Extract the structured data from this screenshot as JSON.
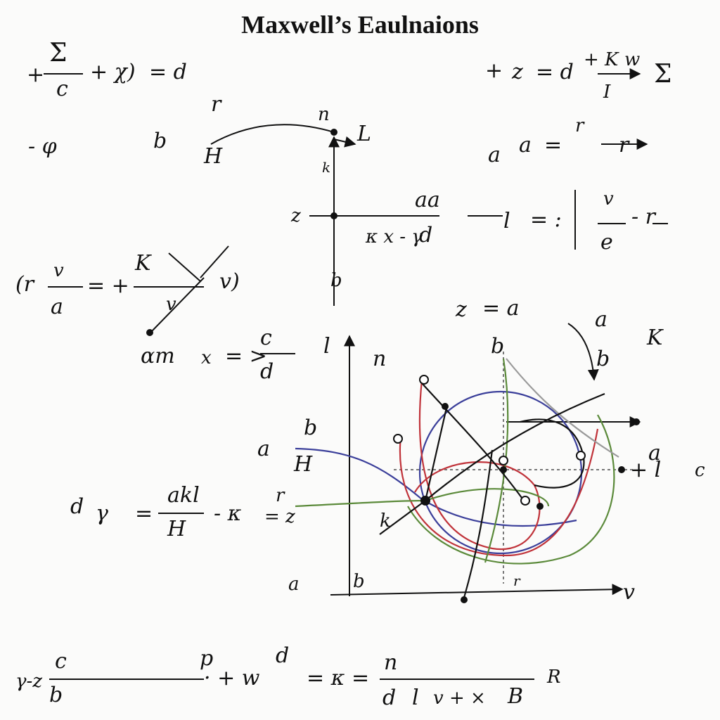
{
  "title": "Maxwell’s Eaulnaions",
  "labels": {
    "l01": "+",
    "l02": "Σ",
    "l03": "c",
    "l04": "+ χ)",
    "l05": "= d",
    "l06": "+",
    "l07": "z",
    "l08": "= d",
    "l09": "+ K",
    "l10": "w",
    "l11": "Σ",
    "l12": "I",
    "l13": "- φ",
    "l14": "b",
    "l15": "H",
    "l16": "r",
    "l17": "n",
    "l18": "L",
    "l19": "k",
    "l20": "a",
    "l21": "a",
    "l22": "= ",
    "l23": "r",
    "l24": "r",
    "l25": "z",
    "l26": "aa",
    "l27": "κ x - γ",
    "l28": "d",
    "l29": "l",
    "l30": "= :",
    "l31": "v",
    "l32": "e",
    "l33": "- r",
    "l34": "b",
    "l35": "(r",
    "l36": "v",
    "l37": "a",
    "l38": "= +",
    "l39": "K",
    "l40": "v",
    "l41": "v)",
    "l42": "z",
    "l43": "= a",
    "l44": "a",
    "l45": "K",
    "l46": "αm",
    "l47": "x",
    "l48": "= >",
    "l49": "c",
    "l50": "d",
    "l51": "l",
    "l52": "n",
    "l53": "b",
    "l54": "b",
    "l55": "b",
    "l56": "a",
    "l57": "H",
    "l58": "a",
    "l59": "+ l",
    "l60": "c",
    "l61": "d",
    "l62": "γ",
    "l63": "=",
    "l64": "akl",
    "l65": "H",
    "l66": "- κ",
    "l67": "= z",
    "l68": "r",
    "l69": "k",
    "l70": "a",
    "l71": "b",
    "l72": "r",
    "l73": "v",
    "l74": "γ-z",
    "l75": "c",
    "l76": "b",
    "l77": "p",
    "l78": "d",
    "l79": "· + w",
    "l80": "= κ",
    "l81": "=",
    "l82": "n",
    "l83": "d",
    "l84": "l",
    "l85": "v + ×",
    "l86": "B",
    "l87": "R"
  },
  "colors": {
    "ink": "#111111",
    "blue": "#3b3f9a",
    "red": "#c0333a",
    "green": "#5b8a3a",
    "gray": "#9a9a9a"
  }
}
